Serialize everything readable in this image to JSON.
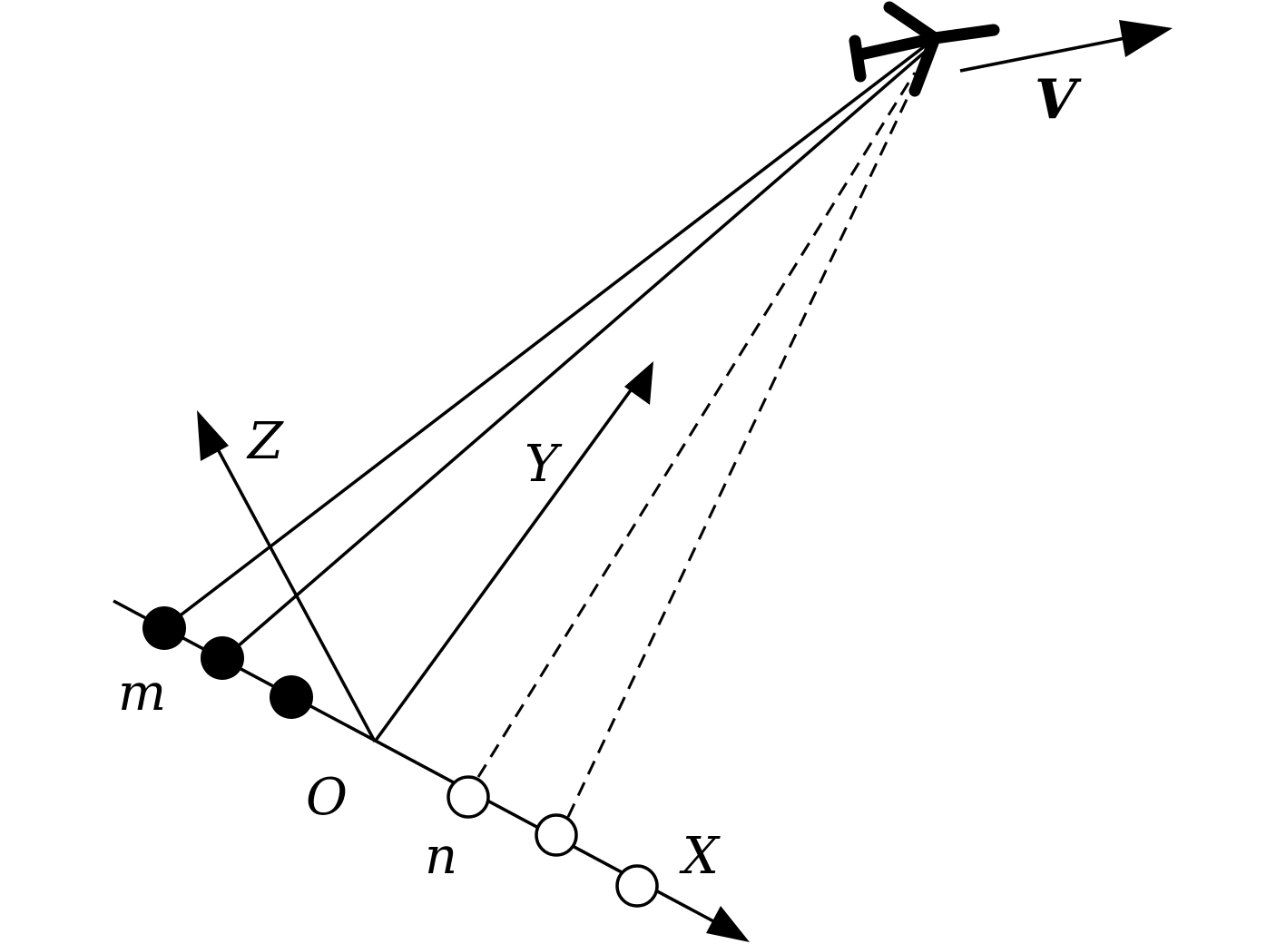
{
  "labels": {
    "z_axis": "Z",
    "y_axis": "Y",
    "x_axis": "X",
    "origin": "O",
    "m": "m",
    "n": "n",
    "velocity": "V"
  },
  "colors": {
    "ink": "#000000",
    "background": "#ffffff"
  },
  "icons": {
    "aircraft": "airplane-icon"
  },
  "elements": {
    "filled_elements": 3,
    "hollow_elements": 3,
    "solid_rays": 2,
    "dashed_rays": 2
  }
}
